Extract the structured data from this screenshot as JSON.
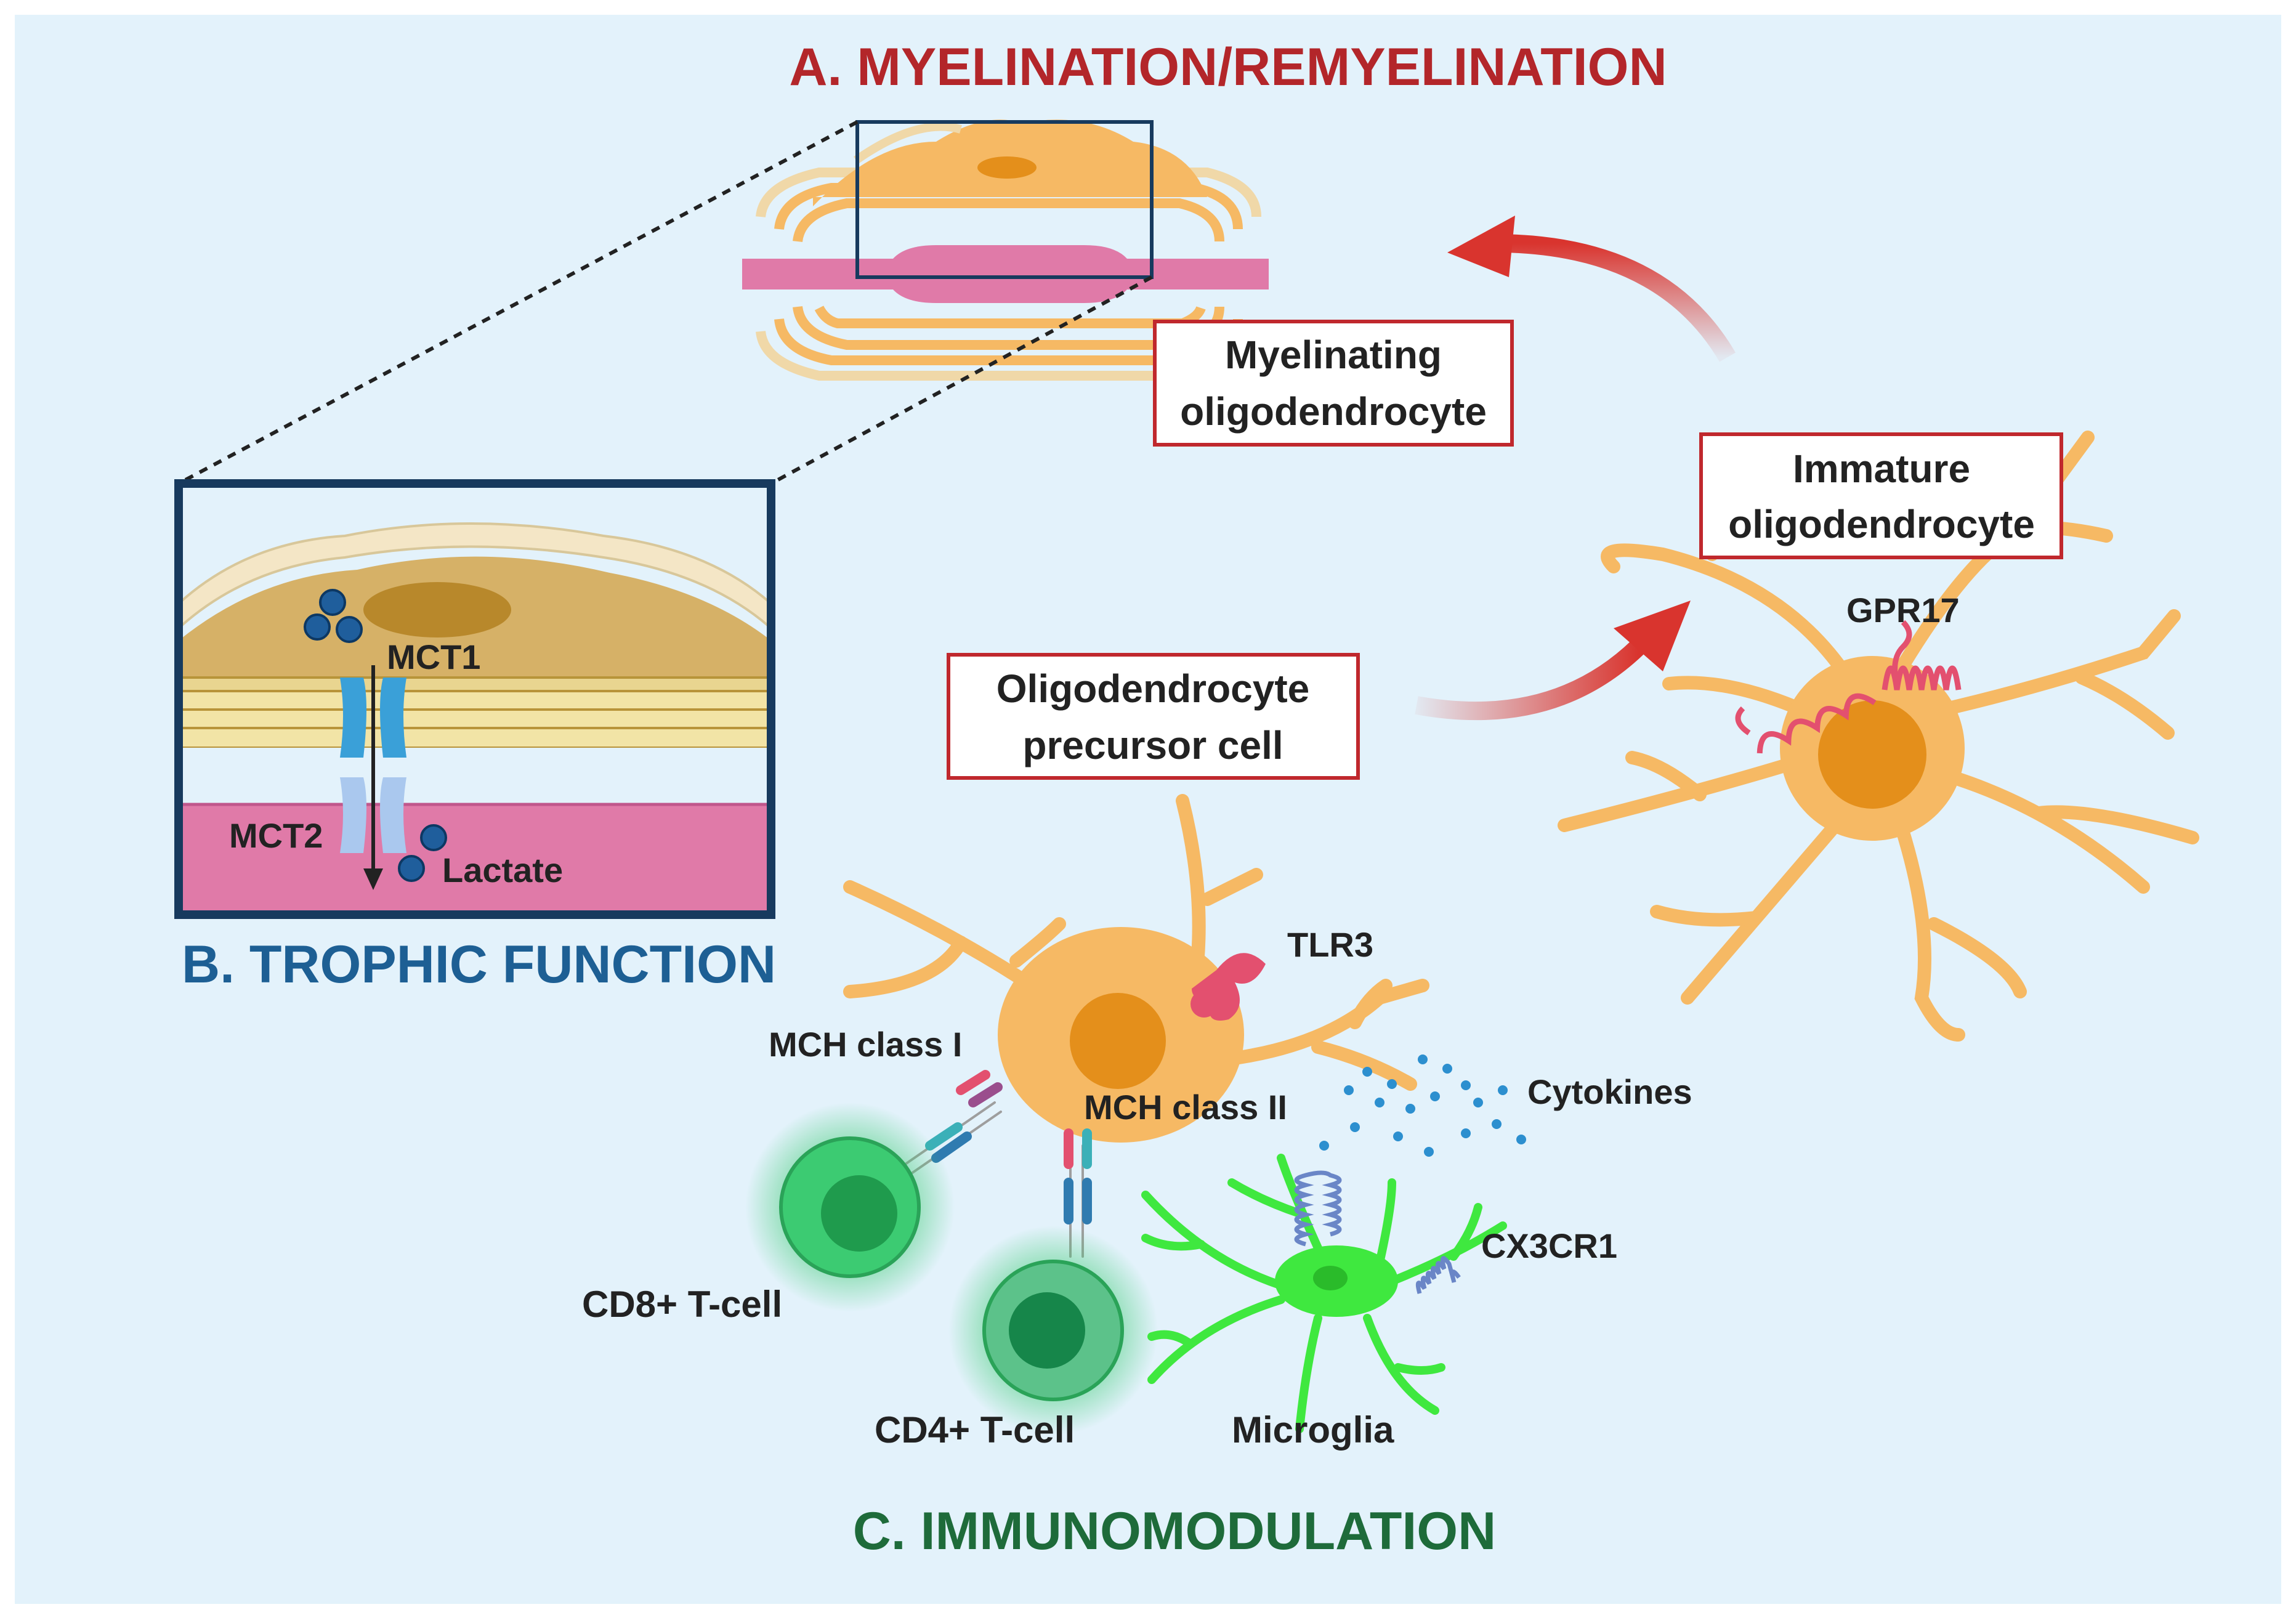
{
  "sections": {
    "myelination": "A. MYELINATION/REMYELINATION",
    "trophic": "B. TROPHIC FUNCTION",
    "immuno": "C. IMMUNOMODULATION"
  },
  "cells": {
    "myelinating_line1": "Myelinating",
    "myelinating_line2": "oligodendrocyte",
    "immature_line1": "Immature",
    "immature_line2": "oligodendrocyte",
    "opc_line1": "Oligodendrocyte",
    "opc_line2": "precursor cell"
  },
  "labels": {
    "gpr17": "GPR17",
    "mct1": "MCT1",
    "mct2": "MCT2",
    "lactate": "Lactate",
    "tlr3": "TLR3",
    "mhc1": "MCH class I",
    "mhc2": "MCH class II",
    "cytokines": "Cytokines",
    "cx3cr1": "CX3CR1",
    "cd8": "CD8+ T-cell",
    "cd4": "CD4+ T-cell",
    "microglia": "Microglia"
  },
  "colors": {
    "background": "#e3f2fb",
    "myelination_heading": "#b3262a",
    "trophic_heading": "#1d5f94",
    "immuno_heading": "#1e6b3a",
    "box_border": "#c0282d",
    "arrow": "#d9342e",
    "oligodendrocyte": "#f6b964",
    "nucleus": "#e48f1b",
    "axon": "#e07aa8",
    "t_cell": "#3ccb72",
    "microglia": "#3fe83f",
    "receptor": "#e3506f"
  },
  "icons": [
    "myelin-sheath-icon",
    "oligodendrocyte-icon",
    "t-cell-icon",
    "microglia-icon",
    "receptor-icon",
    "transporter-icon"
  ]
}
